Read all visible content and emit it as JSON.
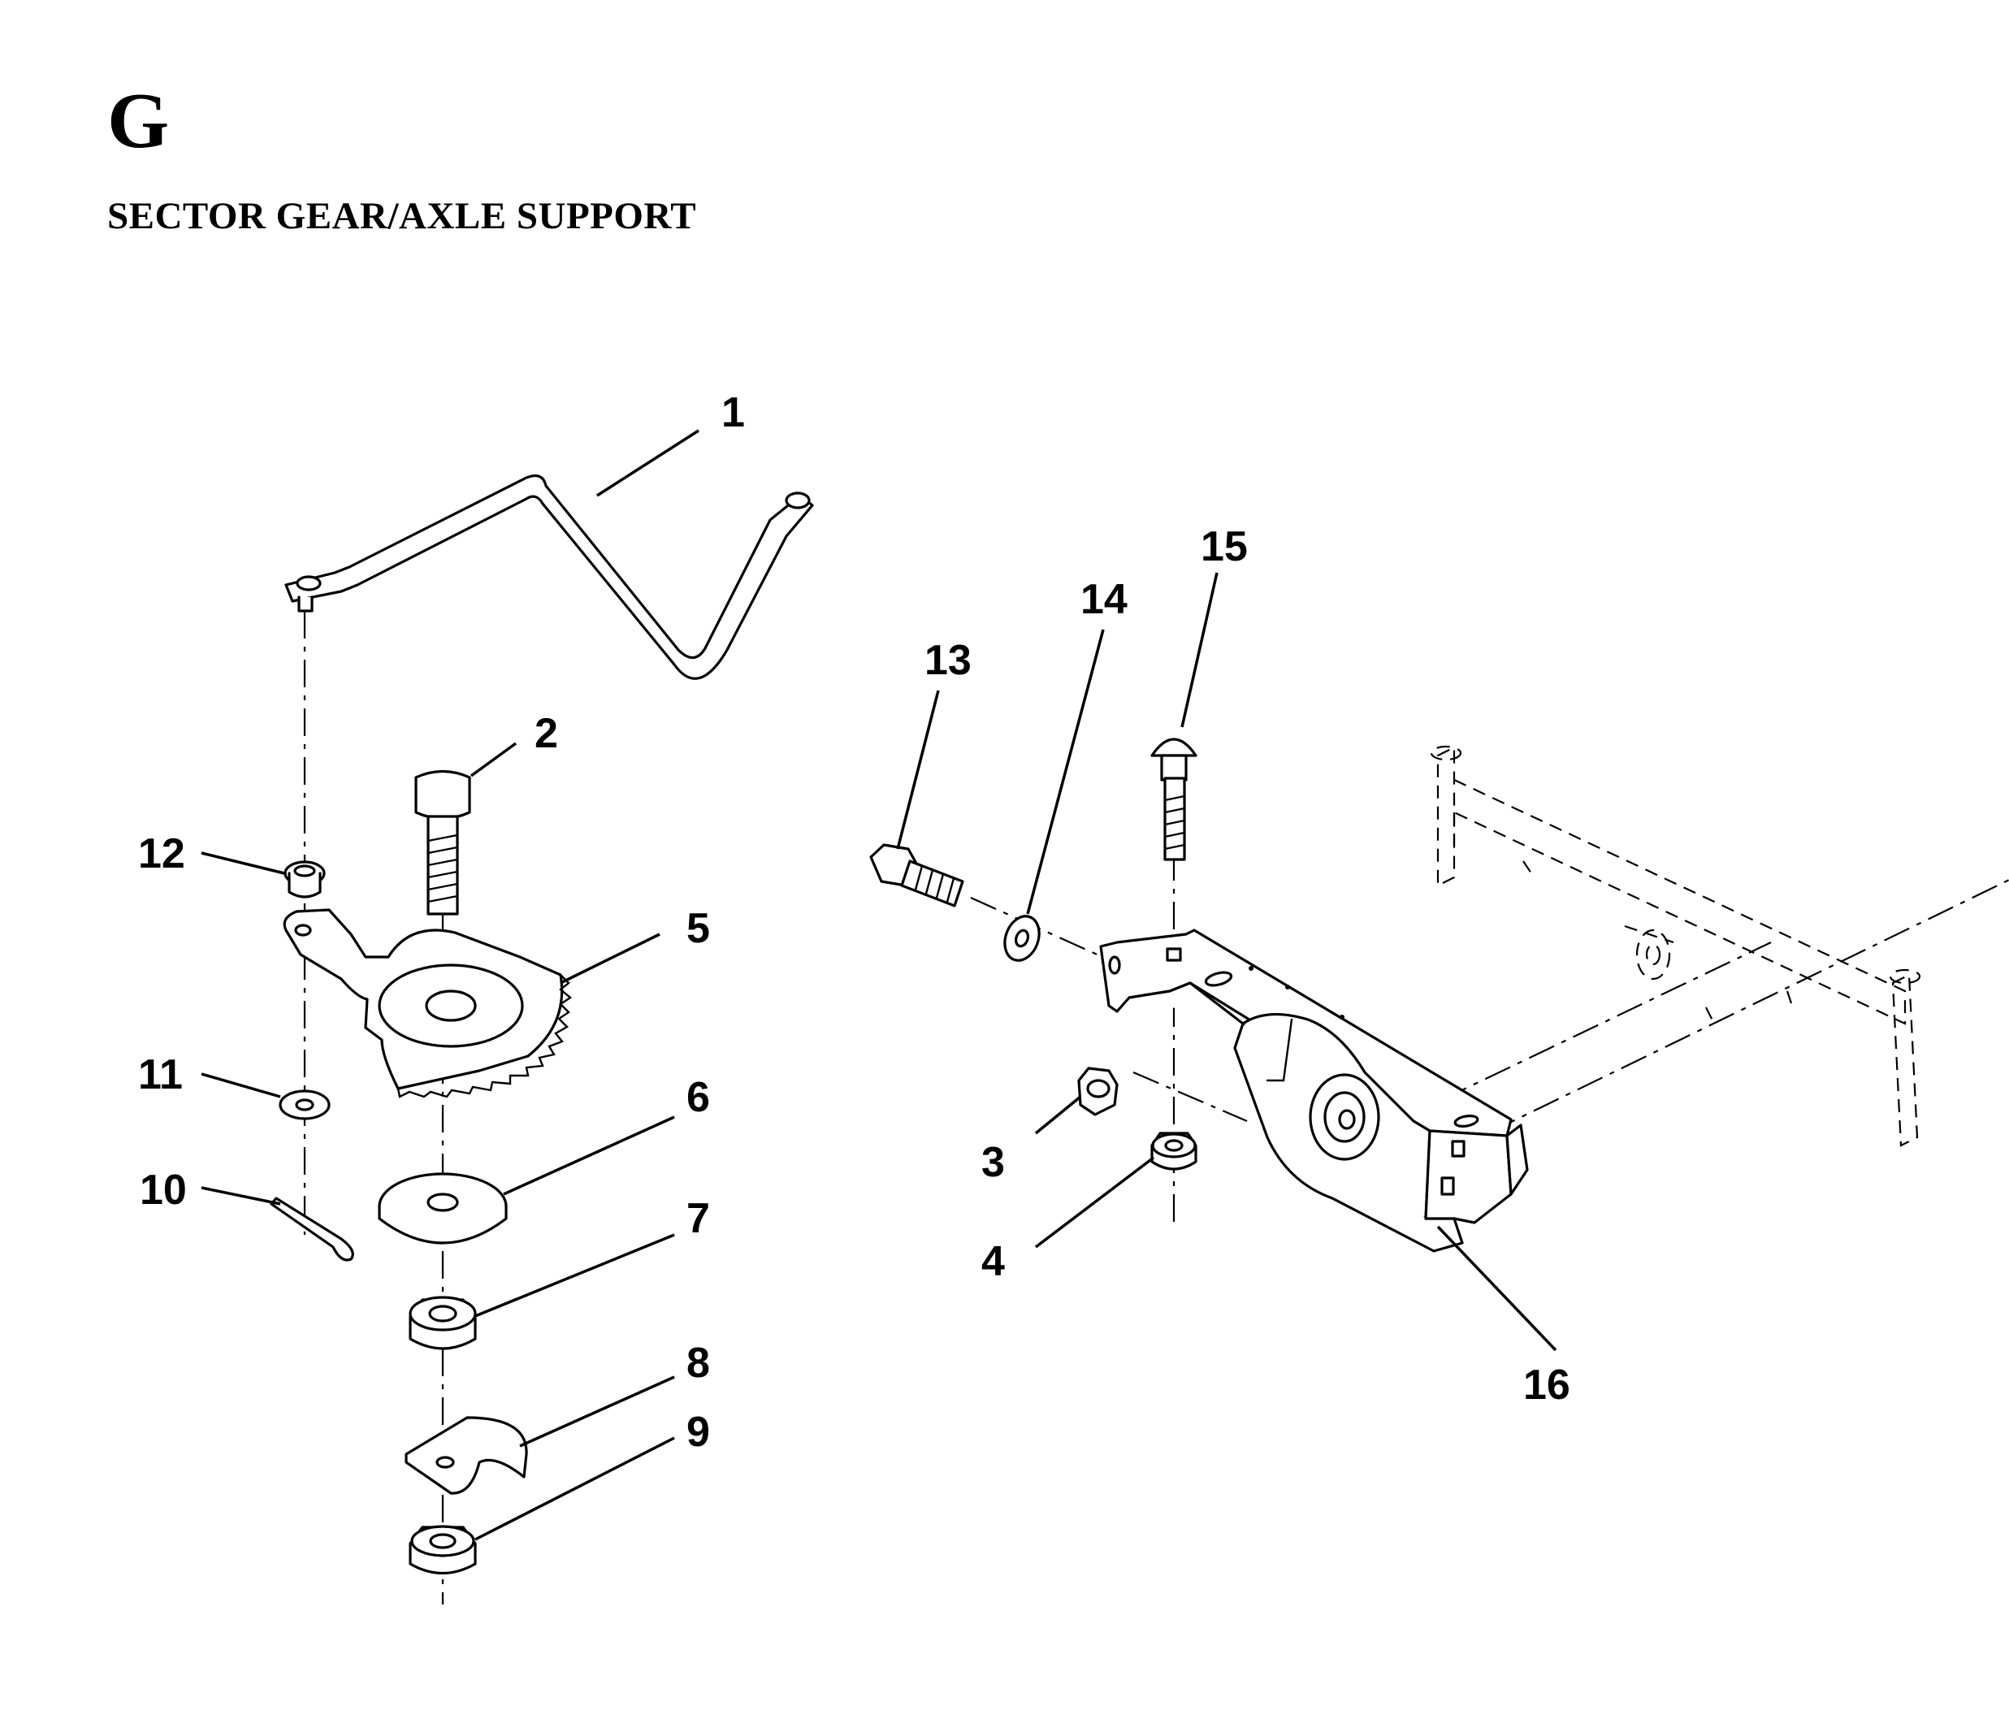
{
  "header": {
    "section_letter": "G",
    "section_title": "SECTOR GEAR/AXLE SUPPORT"
  },
  "callouts": [
    "1",
    "2",
    "3",
    "4",
    "5",
    "6",
    "7",
    "8",
    "9",
    "10",
    "11",
    "12",
    "13",
    "14",
    "15",
    "16"
  ]
}
